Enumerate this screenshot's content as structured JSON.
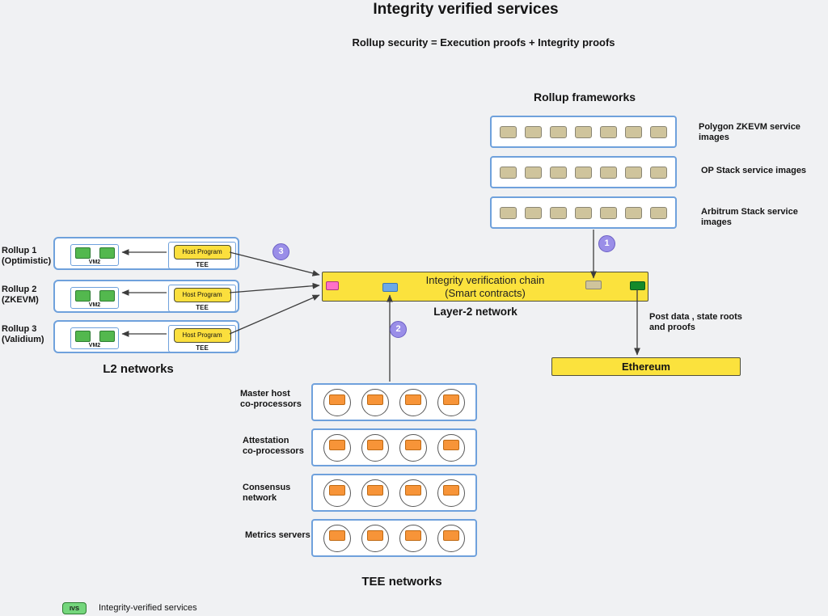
{
  "title": "Integrity verified services",
  "subtitle": "Rollup security = Execution proofs + Integrity proofs",
  "rollup_frameworks": {
    "heading": "Rollup frameworks",
    "chips_per_row": 7,
    "rows": [
      {
        "label": "Polygon ZKEVM service images"
      },
      {
        "label": "OP Stack service images"
      },
      {
        "label": "Arbitrum Stack service images"
      }
    ]
  },
  "l2_networks": {
    "heading": "L2 networks",
    "rollups": [
      {
        "name_line1": "Rollup 1",
        "name_line2": "(Optimistic)",
        "vm_label": "VM2",
        "host_program_label": "Host Program",
        "tee_label": "TEE"
      },
      {
        "name_line1": "Rollup 2",
        "name_line2": "(ZKEVM)",
        "vm_label": "VM2",
        "host_program_label": "Host Program",
        "tee_label": "TEE"
      },
      {
        "name_line1": "Rollup 3",
        "name_line2": "(Validium)",
        "vm_label": "VM2",
        "host_program_label": "Host Program",
        "tee_label": "TEE"
      }
    ]
  },
  "verification_chain": {
    "line1": "Integrity verification chain",
    "line2": "(Smart contracts)",
    "network_label": "Layer-2 network"
  },
  "ethereum": {
    "label": "Ethereum",
    "edge_label_line1": "Post data , state roots",
    "edge_label_line2": "and proofs"
  },
  "tee_networks": {
    "heading": "TEE networks",
    "nodes_per_row": 4,
    "rows": [
      {
        "label_line1": "Master host",
        "label_line2": "co-processors"
      },
      {
        "label_line1": "Attestation",
        "label_line2": "co-processors"
      },
      {
        "label_line1": "Consensus",
        "label_line2": "network"
      },
      {
        "label_line1": "Metrics servers",
        "label_line2": ""
      }
    ]
  },
  "badges": {
    "one": "1",
    "two": "2",
    "three": "3"
  },
  "legend": {
    "badge": "IVS",
    "label": "Integrity-verified services"
  },
  "colors": {
    "background": "#F0F1F3",
    "container_border_blue": "#6FA1DC",
    "yellow_fill": "#FBE23D",
    "tan_chip": "#CFC49C",
    "vm_green": "#53B84E",
    "ivs_green": "#74D67C",
    "port_green": "#148A2A",
    "port_pink": "#FF70C8",
    "port_blue": "#6CA9E8",
    "node_orange": "#F79438",
    "badge_purple": "#9A8EE8"
  }
}
